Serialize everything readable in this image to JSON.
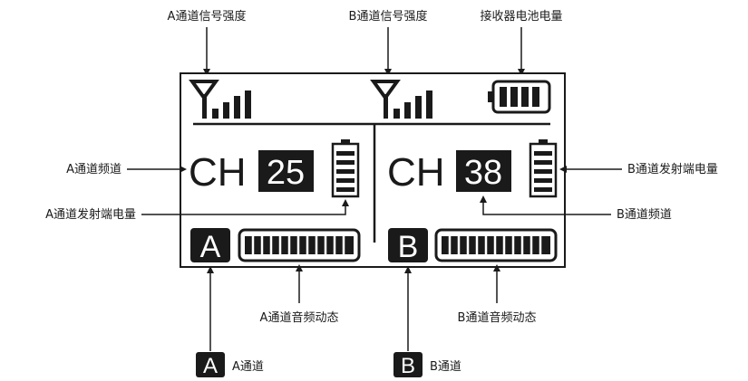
{
  "callouts": {
    "a_signal": "A通道信号强度",
    "b_signal": "B通道信号强度",
    "rx_battery": "接收器电池电量",
    "a_channel": "A通道频道",
    "b_tx_battery": "B通道发射端电量",
    "a_tx_battery": "A通道发射端电量",
    "b_channel": "B通道频道",
    "a_audio": "A通道音频动态",
    "b_audio": "B通道音频动态"
  },
  "display": {
    "ch_prefix": "CH",
    "a_channel_number": "25",
    "b_channel_number": "38",
    "a_badge": "A",
    "b_badge": "B"
  },
  "legend": {
    "a_badge": "A",
    "a_text": "A通道",
    "b_badge": "B",
    "b_text": "B通道"
  },
  "colors": {
    "ink": "#1a1a1a",
    "panel": "#ffffff"
  }
}
